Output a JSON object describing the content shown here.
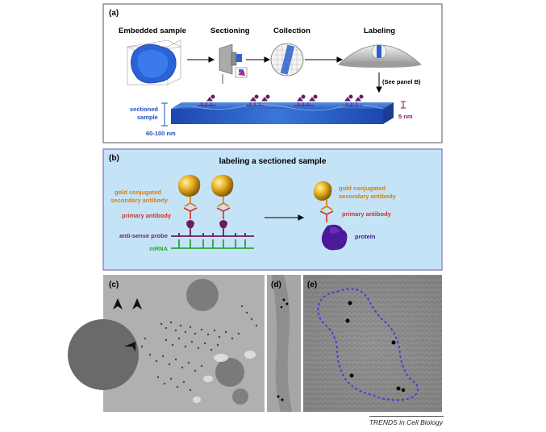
{
  "panel_a": {
    "tag": "(a)",
    "step1": "Embedded sample",
    "step2": "Sectioning",
    "step3": "Collection",
    "step4": "Labeling",
    "see_note": "(See panel B)",
    "sectioned_label_1": "sectioned",
    "sectioned_label_2": "sample",
    "thickness": "60-100 nm",
    "height_5nm": "5 nm"
  },
  "panel_b": {
    "tag": "(b)",
    "title": "labeling a sectioned sample",
    "gold_1": "gold conjugated",
    "gold_2": "secondary antibody",
    "primary": "primary antibody",
    "probe": "anti-sense probe",
    "mrna": "mRNA",
    "gold_right_1": "gold conjugated",
    "gold_right_2": "secondary antibody",
    "primary_right": "primary antibody",
    "protein": "protein"
  },
  "panel_c": {
    "tag": "(c)"
  },
  "panel_d": {
    "tag": "(d)"
  },
  "panel_e": {
    "tag": "(e)"
  },
  "footer": "TRENDS in Cell Biology",
  "colors": {
    "blue_text": "#1f4fbf",
    "orange_text": "#e07b00",
    "red_text": "#d2321e",
    "purple_text": "#7a1a6e",
    "green_text": "#2aa33a",
    "panel_b_bg": "#c5e3f7",
    "panel_b_border": "#9a86c8",
    "gold": "#e3a81c",
    "probe_purple": "#6b1a60"
  }
}
